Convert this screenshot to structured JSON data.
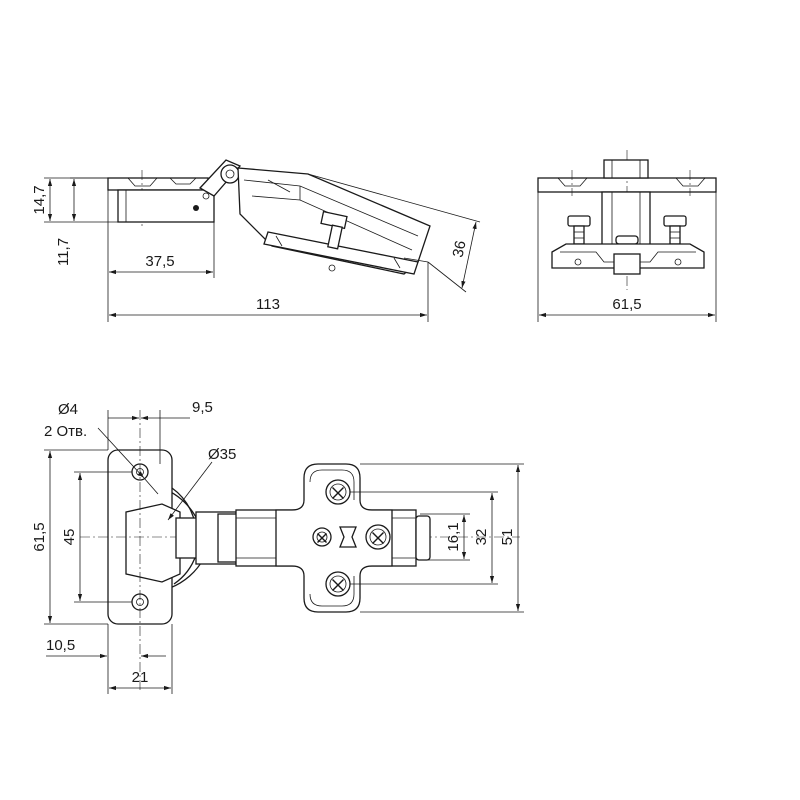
{
  "dimensions": {
    "side_height_top": "14,7",
    "side_height_bottom": "11,7",
    "side_cup_offset": "37,5",
    "side_total_length": "113",
    "side_arm_height": "36",
    "front_width": "61,5",
    "plan_hole_diameter": "Ø4",
    "plan_hole_count": "2 Отв.",
    "plan_hole_edge": "9,5",
    "plan_cup_diameter": "Ø35",
    "plan_height": "61,5",
    "plan_hole_spacing": "45",
    "plan_edge_offset": "10,5",
    "plan_cup_width": "21",
    "plate_slot": "16,1",
    "plate_spacing": "32",
    "plate_height": "51"
  },
  "colors": {
    "line": "#1a1a1a",
    "background": "#ffffff"
  }
}
